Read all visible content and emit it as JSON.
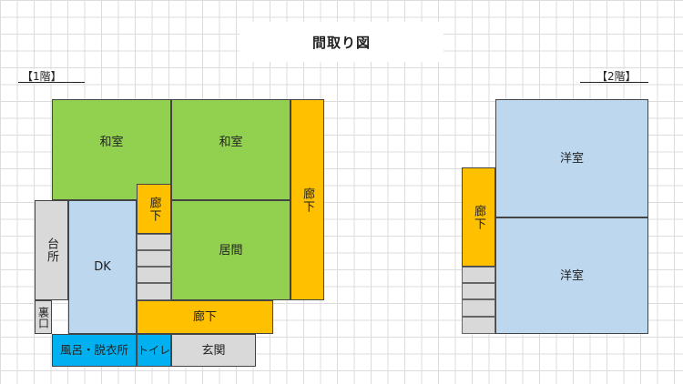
{
  "title": "間取り図",
  "floor1": {
    "label": "【1階】",
    "rooms": {
      "washitsu_left": "和室",
      "washitsu_right": "和室",
      "rouka_right": "廊下",
      "rouka_small": "廊下",
      "daidokoro": "台所",
      "dk": "DK",
      "kyoma": "居間",
      "uraguchi": "裏口",
      "rouka_bottom": "廊下",
      "furo": "風呂・脱衣所",
      "toilet": "トイレ",
      "genkan": "玄関"
    }
  },
  "floor2": {
    "label": "【2階】",
    "rooms": {
      "youshitsu_top": "洋室",
      "youshitsu_bottom": "洋室",
      "rouka": "廊下"
    }
  },
  "colors": {
    "washitsu": "#92d050",
    "western": "#bdd7ee",
    "hallway": "#ffc000",
    "bath": "#00b0f0",
    "utility": "#d9d9d9"
  }
}
